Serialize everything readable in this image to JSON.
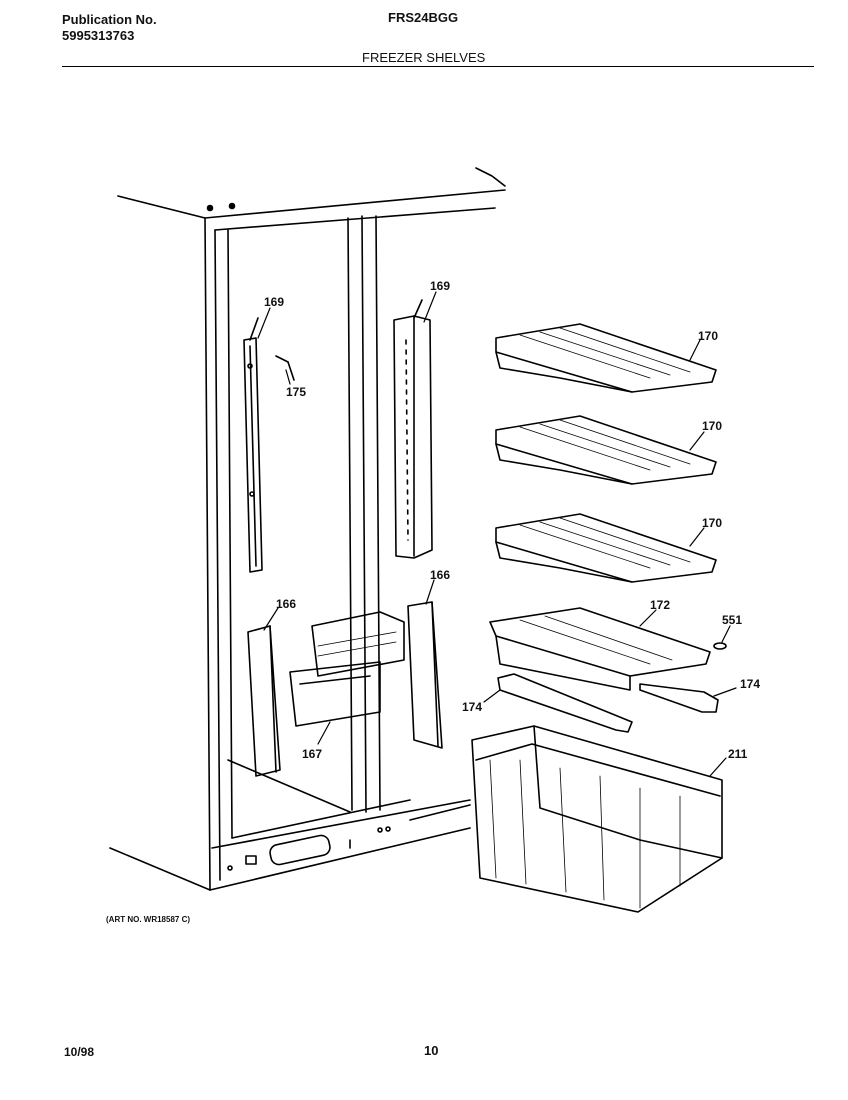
{
  "header": {
    "publication_label": "Publication No.",
    "publication_number": "5995313763",
    "model": "FRS24BGG",
    "section_title": "FREEZER SHELVES"
  },
  "diagram": {
    "part_labels": {
      "rail_left": "169",
      "rail_right": "169",
      "screw": "175",
      "shelf_1": "170",
      "shelf_2": "170",
      "shelf_3": "170",
      "shelf_4": "172",
      "clip": "551",
      "slide_left": "174",
      "slide_right": "174",
      "cover_left": "166",
      "cover_right": "166",
      "duct": "167",
      "basket": "211"
    },
    "art_number": "(ART NO. WR18587 C)"
  },
  "footer": {
    "date": "10/98",
    "page_number": "10"
  }
}
